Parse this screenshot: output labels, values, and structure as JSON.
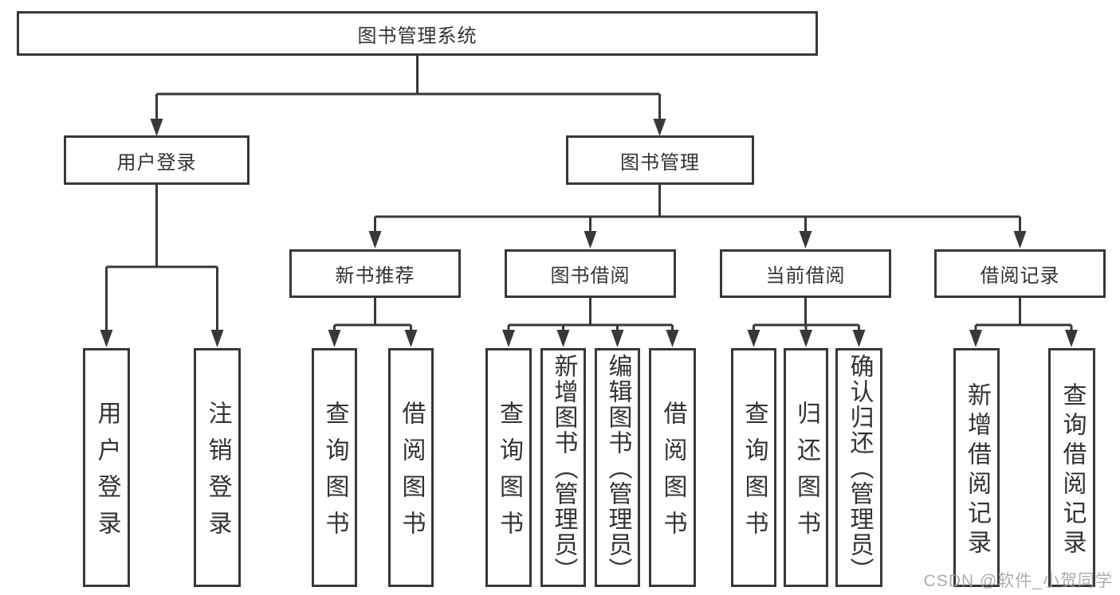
{
  "tree": {
    "root": {
      "label": "图书管理系统",
      "children": [
        {
          "label": "用户登录",
          "children": [
            {
              "label": "用户登录"
            },
            {
              "label": "注销登录"
            }
          ]
        },
        {
          "label": "图书管理",
          "children": [
            {
              "label": "新书推荐",
              "children": [
                {
                  "label": "查询图书"
                },
                {
                  "label": "借阅图书"
                }
              ]
            },
            {
              "label": "图书借阅",
              "children": [
                {
                  "label": "查询图书"
                },
                {
                  "label": "新增图书（管理员）"
                },
                {
                  "label": "编辑图书（管理员）"
                },
                {
                  "label": "借阅图书"
                }
              ]
            },
            {
              "label": "当前借阅",
              "children": [
                {
                  "label": "查询图书"
                },
                {
                  "label": "归还图书"
                },
                {
                  "label": "确认归还（管理员）"
                }
              ]
            },
            {
              "label": "借阅记录",
              "children": [
                {
                  "label": "新增借阅记录"
                },
                {
                  "label": "查询借阅记录"
                }
              ]
            }
          ]
        }
      ]
    }
  },
  "watermark": {
    "text": "CSDN @软件_小贺同学"
  },
  "colors": {
    "line": "#383838",
    "text": "#333333",
    "box_bg": "#ffffff",
    "watermark": "#a4a4a4"
  }
}
